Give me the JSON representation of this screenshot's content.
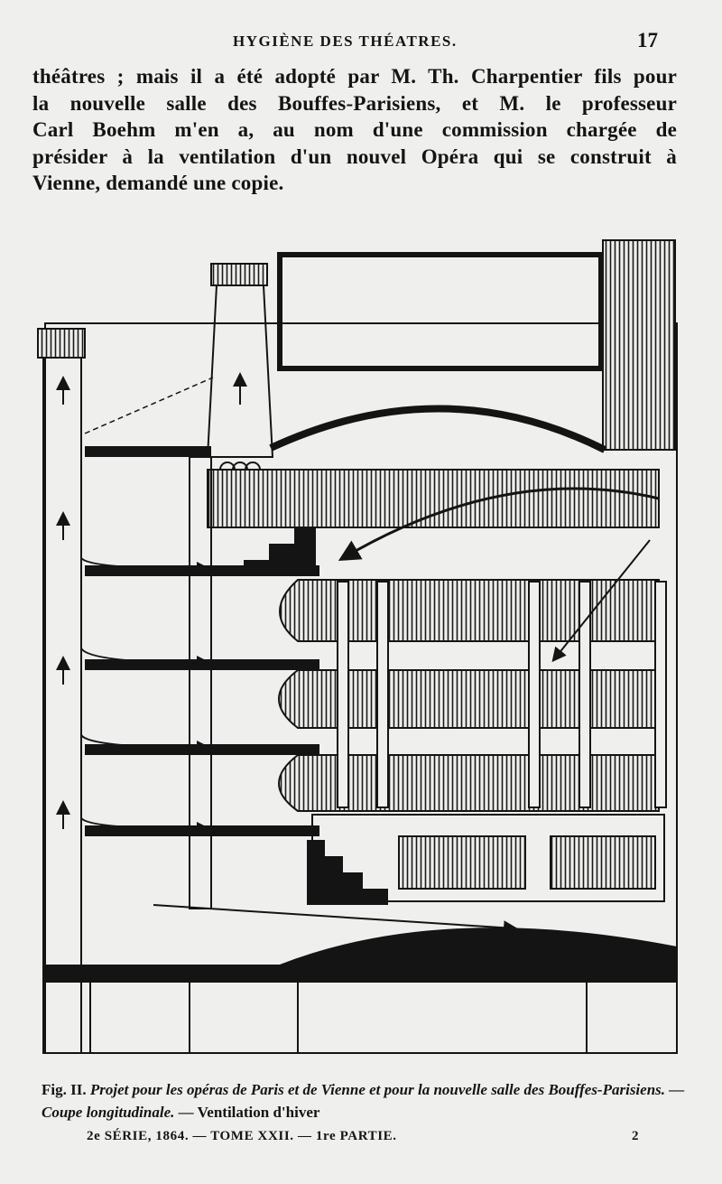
{
  "header": {
    "running_title": "HYGIÈNE DES THÉATRES.",
    "folio": "17"
  },
  "body": {
    "lines": [
      "théâtres ; mais il a été adopté par M. Th. Charpentier fils pour",
      "la nouvelle salle des Bouffes-Parisiens, et M. le professeur",
      "Carl Boehm m'en a, au nom d'une commission chargée de",
      "présider à la ventilation d'un nouvel Opéra qui se construit à",
      "Vienne, demandé une copie."
    ]
  },
  "figure": {
    "caption_label": "Fig. II.",
    "caption_title": "Projet pour les opéras de Paris et de Vienne et pour la nouvelle salle des Bouffes-Parisiens. — Coupe longitudinale.",
    "caption_tail": "— Ventilation d'hiver"
  },
  "footer": {
    "signature": "2e SÉRIE, 1864. — TOME XXII. — 1re PARTIE.",
    "sheet": "2"
  },
  "colors": {
    "paper": "#efefed",
    "ink": "#141414"
  }
}
